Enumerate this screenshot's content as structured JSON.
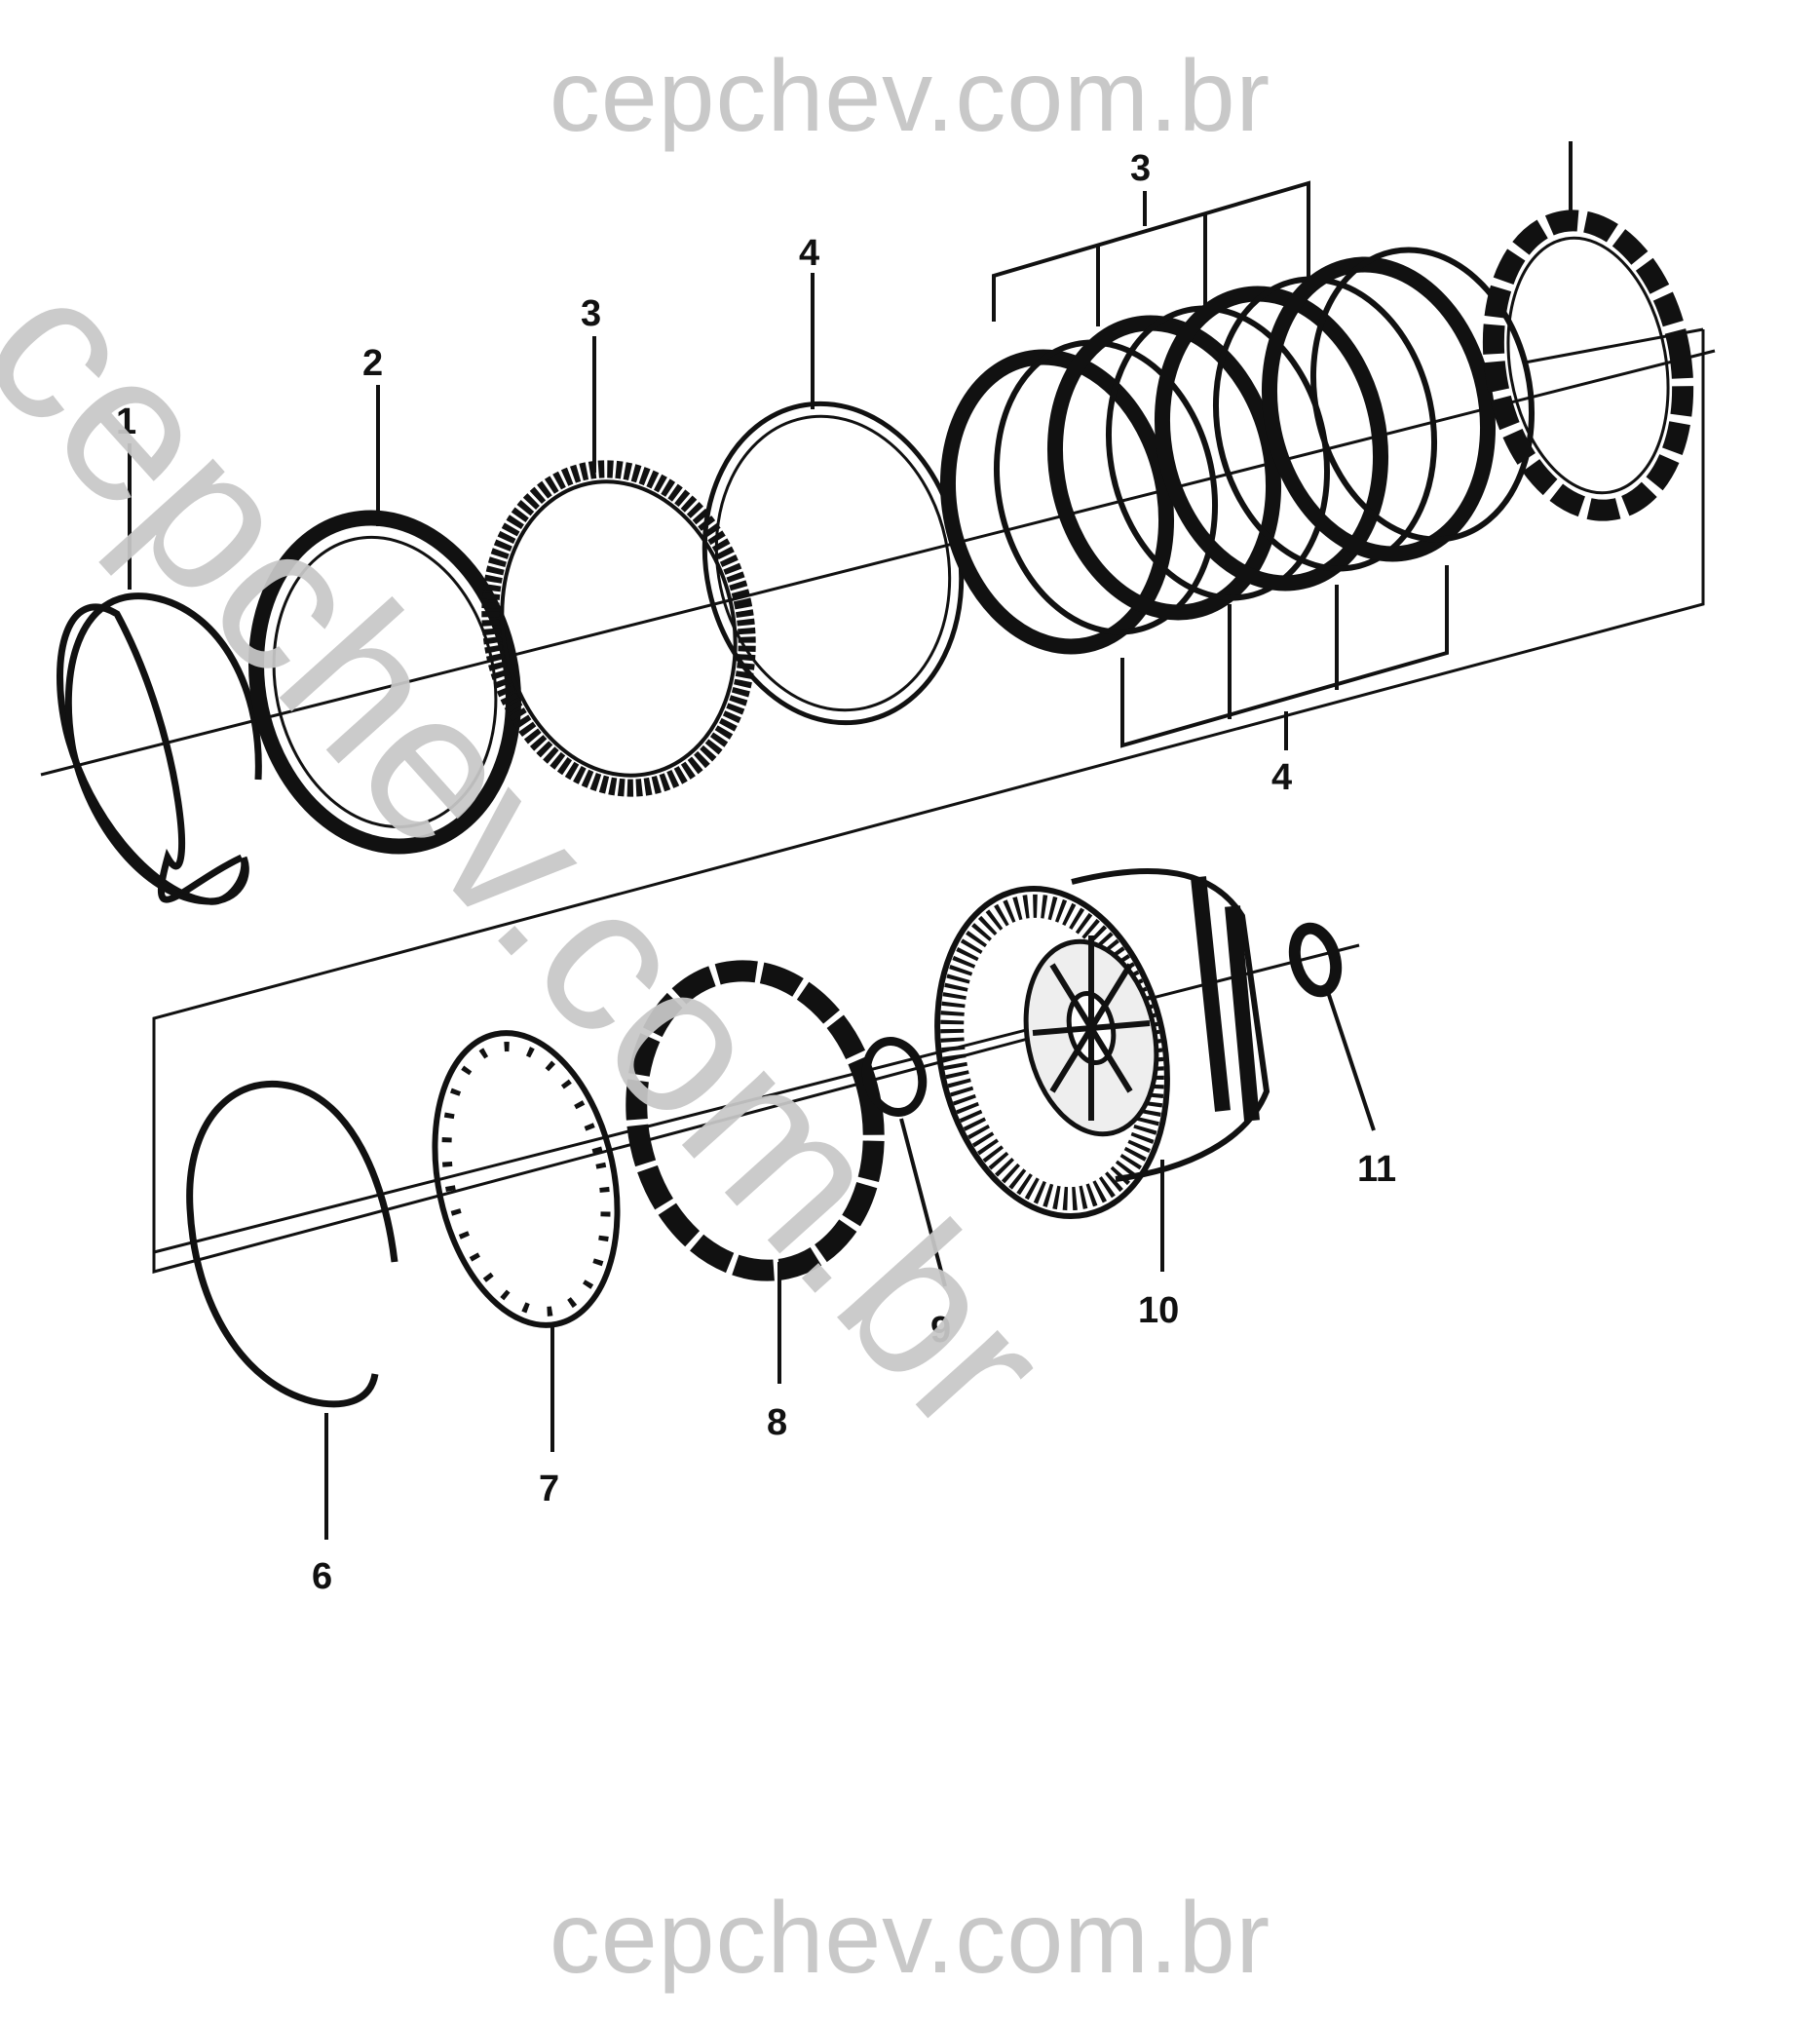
{
  "watermark": {
    "top": "cepchev.com.br",
    "bottom": "cepchev.com.br",
    "diagonal": "cepchev.com.br"
  },
  "callouts": {
    "c1": "1",
    "c2": "2",
    "c3_left": "3",
    "c4_left": "4",
    "c3_top": "3",
    "c4_bottom": "4",
    "c6": "6",
    "c7": "7",
    "c8": "8",
    "c9": "9",
    "c10": "10",
    "c11": "11"
  },
  "colors": {
    "line": "#111111",
    "watermark": "#c8c8c8"
  }
}
